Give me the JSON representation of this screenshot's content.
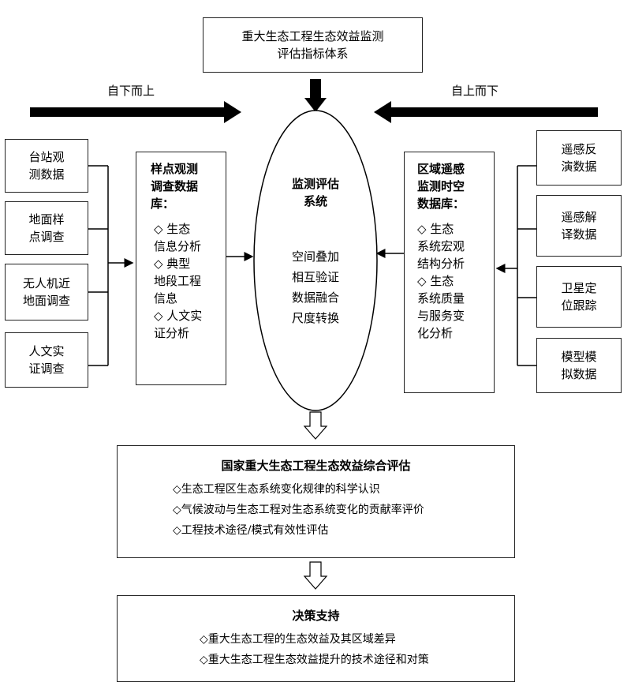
{
  "top_box": {
    "line1": "重大生态工程生态效益监测",
    "line2": "评估指标体系"
  },
  "arrow_left_label": "自下而上",
  "arrow_right_label": "自上而下",
  "left_sources": [
    {
      "line1": "台站观",
      "line2": "测数据"
    },
    {
      "line1": "地面样",
      "line2": "点调查"
    },
    {
      "line1": "无人机近",
      "line2": "地面调查"
    },
    {
      "line1": "人文实",
      "line2": "证调查"
    }
  ],
  "left_db": {
    "title1": "样点观测",
    "title2": "调查数据",
    "title3": "库：",
    "lines": [
      "◇ 生态",
      "信息分析",
      "◇ 典型",
      "地段工程",
      "信息",
      "◇ 人文实",
      "证分析"
    ]
  },
  "center_ellipse": {
    "title1": "监测评估",
    "title2": "系统",
    "lines": [
      "空间叠加",
      "相互验证",
      "数据融合",
      "尺度转换"
    ]
  },
  "right_db": {
    "title1": "区域遥感",
    "title2": "监测时空",
    "title3": "数据库：",
    "lines": [
      "◇ 生态",
      "系统宏观",
      "结构分析",
      "◇ 生态",
      "系统质量",
      "与服务变",
      "化分析"
    ]
  },
  "right_sources": [
    {
      "line1": "遥感反",
      "line2": "演数据"
    },
    {
      "line1": "遥感解",
      "line2": "译数据"
    },
    {
      "line1": "卫星定",
      "line2": "位跟踪"
    },
    {
      "line1": "模型模",
      "line2": "拟数据"
    }
  ],
  "national_box": {
    "title": "国家重大生态工程生态效益综合评估",
    "items": [
      "◇生态工程区生态系统变化规律的科学认识",
      "◇气候波动与生态工程对生态系统变化的贡献率评价",
      "◇工程技术途径/模式有效性评估"
    ]
  },
  "decision_box": {
    "title": "决策支持",
    "items": [
      "◇重大生态工程的生态效益及其区域差异",
      "◇重大生态工程生态效益提升的技术途径和对策"
    ]
  }
}
